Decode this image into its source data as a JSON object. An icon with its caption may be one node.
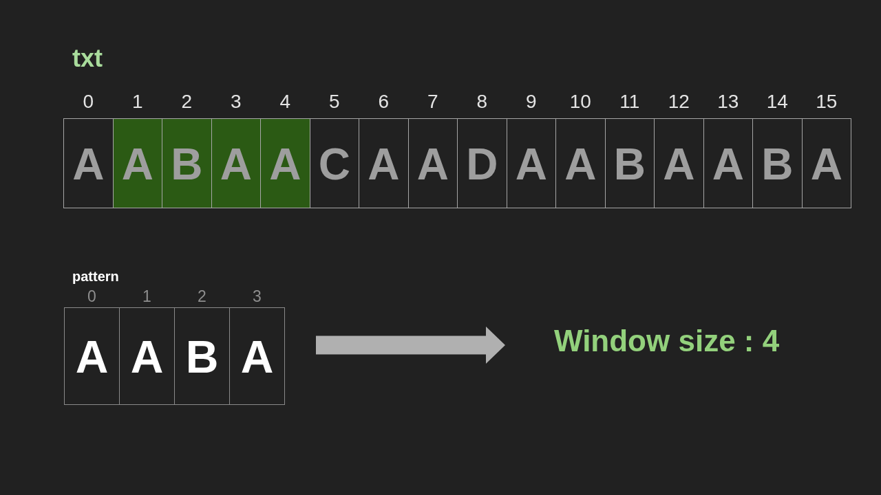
{
  "diagram": {
    "nodes": [
      {
        "text": [
          "txt"
        ]
      },
      {
        "text": [
          "A"
        ],
        "in": 0,
        "beside": [
          "0"
        ]
      },
      {
        "text": [
          "A"
        ],
        "in": 0,
        "beside": [
          "1"
        ]
      },
      {
        "text": [
          "B"
        ],
        "in": 0,
        "beside": [
          "2"
        ]
      },
      {
        "text": [
          "A"
        ],
        "in": 0,
        "beside": [
          "3"
        ]
      },
      {
        "text": [
          "A"
        ],
        "in": 0,
        "beside": [
          "4"
        ]
      },
      {
        "text": [
          "C"
        ],
        "in": 0,
        "beside": [
          "5"
        ]
      },
      {
        "text": [
          "A"
        ],
        "in": 0,
        "beside": [
          "6"
        ]
      },
      {
        "text": [
          "A"
        ],
        "in": 0,
        "beside": [
          "7"
        ]
      },
      {
        "text": [
          "D"
        ],
        "in": 0,
        "beside": [
          "8"
        ]
      },
      {
        "text": [
          "A"
        ],
        "in": 0,
        "beside": [
          "9"
        ]
      },
      {
        "text": [
          "A"
        ],
        "in": 0,
        "beside": [
          "10"
        ]
      },
      {
        "text": [
          "B"
        ],
        "in": 0,
        "beside": [
          "11"
        ]
      },
      {
        "text": [
          "A"
        ],
        "in": 0,
        "beside": [
          "12"
        ]
      },
      {
        "text": [
          "A"
        ],
        "in": 0,
        "beside": [
          "13"
        ]
      },
      {
        "text": [
          "B"
        ],
        "in": 0,
        "beside": [
          "14"
        ]
      },
      {
        "text": [
          "A"
        ],
        "in": 0,
        "beside": [
          "15"
        ]
      },
      {
        "text": [
          "pattern"
        ]
      },
      {
        "text": [
          "A"
        ],
        "in": 17,
        "beside": [
          "0"
        ]
      },
      {
        "text": [
          "A"
        ],
        "in": 17,
        "beside": [
          "1"
        ]
      },
      {
        "text": [
          "B"
        ],
        "in": 17,
        "beside": [
          "2"
        ]
      },
      {
        "text": [
          "A"
        ],
        "in": 17,
        "beside": [
          "3"
        ]
      },
      {
        "text": [
          "Window size : 4"
        ]
      }
    ],
    "edges": [
      {
        "from": 17,
        "to": 22,
        "arrow": "to"
      }
    ]
  }
}
